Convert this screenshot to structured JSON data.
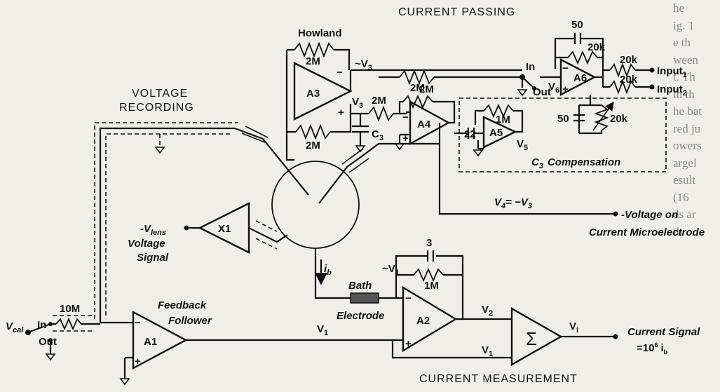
{
  "labels": {
    "current_passing": "CURRENT PASSING",
    "current_measurement": "CURRENT MEASUREMENT",
    "voltage_recording_1": "VOLTAGE",
    "voltage_recording_2": "RECORDING",
    "howland": "Howland",
    "r_2m": "2M",
    "approx_v3": "~V",
    "v3_sub": "3",
    "v3": "V",
    "c3": "C",
    "c3_sub": "3",
    "in": "In",
    "out": "Out",
    "a1": "A1",
    "a2": "A2",
    "a3": "A3",
    "a4": "A4",
    "a5": "A5",
    "a6": "A6",
    "x1": "X1",
    "v5": "V",
    "v5_sub": "5",
    "v6": "V",
    "v6_sub": "6",
    "r_1m": "1M",
    "cap_22": "22",
    "cap_50": "50",
    "r_20k": "20k",
    "input1": "Input",
    "input1_sub": "1",
    "input2": "Input",
    "input2_sub": "2",
    "compensation": "Compensation",
    "c3_comp": "C",
    "c3_comp_sub": "3",
    "v4_eq": "V",
    "v4_sub": "4",
    "v4_rhs": "= −V",
    "v4_rhs_sub": "3",
    "voltage_on_1": "-Voltage on",
    "voltage_on_2": "Current Microelectrode",
    "v_lens": "-V",
    "v_lens_sub": "lens",
    "voltage_signal_1": "Voltage",
    "voltage_signal_2": "Signal",
    "ib": "i",
    "ib_sub": "b",
    "cap_3": "3",
    "approx_v1": "~V",
    "v1_sub": "1",
    "bath_1": "Bath",
    "bath_2": "Electrode",
    "feedback_1": "Feedback",
    "feedback_2": "Follower",
    "r_10m": "10M",
    "v_cal": "V",
    "v_cal_sub": "cal",
    "v1": "V",
    "v2": "V",
    "v2_sub": "2",
    "vi": "V",
    "vi_sub": "i",
    "sigma": "Σ",
    "current_signal": "Current Signal",
    "eq_factor": "=10",
    "eq_exp": "6",
    "eq_ib": "i",
    "eq_ib_sub": "b",
    "plus": "+",
    "minus": "−"
  },
  "page_background_text": [
    "he",
    "ig. 1",
    "e th",
    "ween",
    "t. Th",
    "in th",
    "he bat",
    "red ju",
    "owers",
    "argel",
    "esult",
    "",
    "",
    "",
    "(16",
    "",
    "ds ar",
    "",
    "",
    "th"
  ]
}
